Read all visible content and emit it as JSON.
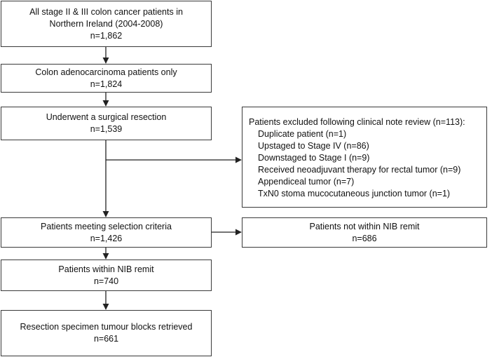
{
  "flow": [
    {
      "id": "all-patients",
      "lines": [
        "All stage II & III colon cancer patients in",
        "Northern Ireland (2004-2008)",
        "n=1,862"
      ]
    },
    {
      "id": "adenocarcinoma",
      "lines": [
        "Colon adenocarcinoma patients only",
        "n=1,824"
      ]
    },
    {
      "id": "surgical-resection",
      "lines": [
        "Underwent a surgical resection",
        "n=1,539"
      ]
    },
    {
      "id": "selection-criteria",
      "lines": [
        "Patients meeting selection criteria",
        "n=1,426"
      ]
    },
    {
      "id": "within-nib",
      "lines": [
        "Patients within NIB remit",
        "n=740"
      ]
    },
    {
      "id": "blocks-retrieved",
      "lines": [
        "Resection specimen tumour blocks retrieved",
        "n=661"
      ]
    }
  ],
  "exclusions": {
    "heading": "Patients excluded following clinical note review (n=113):",
    "items": [
      "Duplicate patient (n=1)",
      "Upstaged to Stage IV (n=86)",
      "Downstaged to Stage I (n=9)",
      "Received neoadjuvant therapy for rectal tumor (n=9)",
      "Appendiceal tumor (n=7)",
      "TxN0 stoma mucocutaneous junction tumor (n=1)"
    ]
  },
  "not_nib": {
    "lines": [
      "Patients not within NIB remit",
      "n=686"
    ]
  }
}
